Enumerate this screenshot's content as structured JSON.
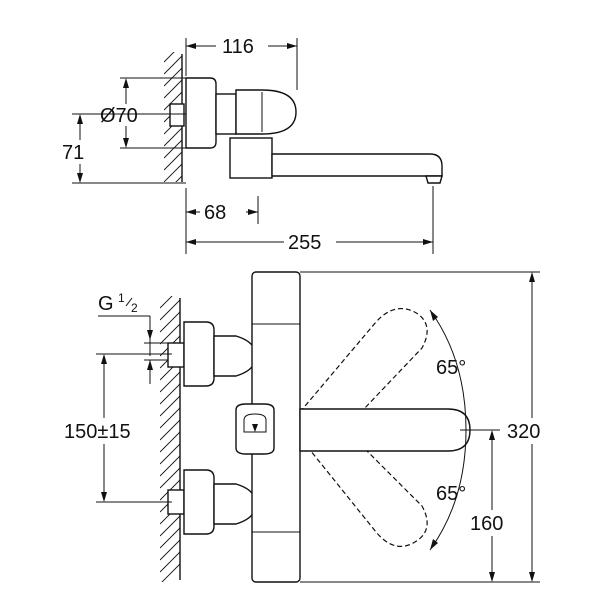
{
  "top_view": {
    "dim_width_top": "116",
    "dim_diameter": "Ø70",
    "dim_height": "71",
    "dim_depth": "68",
    "dim_length": "255"
  },
  "front_view": {
    "dim_thread": "G",
    "dim_thread_num": "1",
    "dim_thread_den": "2",
    "dim_spacing": "150±15",
    "dim_swivel_upper": "65°",
    "dim_swivel_lower": "65°",
    "dim_total_height": "320",
    "dim_spout_height": "160"
  },
  "colors": {
    "line": "#111111",
    "background": "#ffffff"
  }
}
